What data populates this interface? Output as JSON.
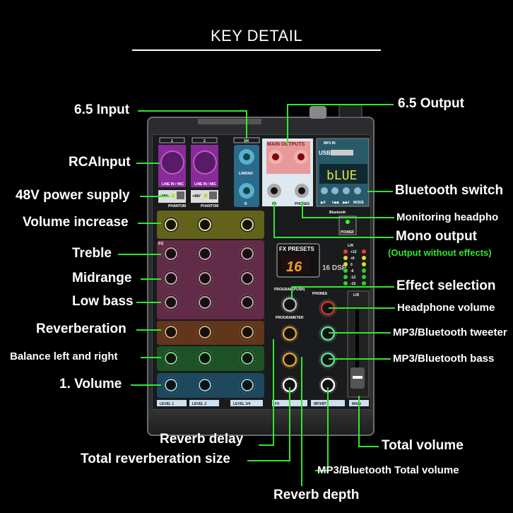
{
  "header": {
    "title": "KEY DETAIL"
  },
  "left_labels": [
    "6.5 Input",
    "RCAInput",
    "48V power supply",
    "Volume increase",
    "Treble",
    "Midrange",
    "Low bass",
    "Reverberation",
    "Balance left and right",
    "1. Volume"
  ],
  "right_labels": {
    "output": "6.5 Output",
    "bluetooth_switch": "Bluetooth switch",
    "monitoring": "Monitoring headpho",
    "mono": "Mono output",
    "mono_note": "(Output without effects)",
    "effect": "Effect selection",
    "headphone_vol": "Headphone volume",
    "tweeter": "MP3/Bluetooth tweeter",
    "bass": "MP3/Bluetooth bass",
    "total": "Total volume"
  },
  "bottom_labels": {
    "reverb_delay": "Reverb delay",
    "reverb_size": "Total reverberation size",
    "mp3_total": "MP3/Bluetooth Total volume",
    "reverb_depth": "Reverb depth"
  },
  "device": {
    "channels": [
      "1",
      "2",
      "3/4"
    ],
    "line_in": "LINE IN / MIC",
    "phantom": "PHANTOM",
    "v48": "+48V",
    "lmono": "L/MONO",
    "r": "R",
    "main_outputs": "MAIN OUTPUTS",
    "fx": "FX",
    "phones": "PHONES",
    "mp3_in": "MP3 IN",
    "usb": "USB",
    "display": "bLUE",
    "mp3_buttons": [
      "▶II",
      "I◀◀",
      "▶▶I",
      "MODE"
    ],
    "bluetooth": "Bluetooth",
    "power": "POWER",
    "fx_presets": "FX PRESETS",
    "preset_number": "16",
    "dsp": "16 DSP",
    "program": "PROGRAM(PUSH)",
    "programeter": "PROGRAMETER",
    "meter_levels": [
      "+12",
      "+6",
      "0",
      "-6",
      "-12",
      "-15"
    ],
    "lr": "L/R",
    "eq": "EQ",
    "strip_labels": [
      "LEVEL 1",
      "LEVEL 2",
      "LEVEL 3/4",
      "FX",
      "MP3/BT",
      "MAIN"
    ]
  },
  "colors": {
    "line": "#2ee82e",
    "yellow": "#c8c83a",
    "pink": "#b05a8a",
    "orange": "#c0703a",
    "green": "#3aa048",
    "blue": "#3a8fb0",
    "purple": "#8a2a9a"
  }
}
